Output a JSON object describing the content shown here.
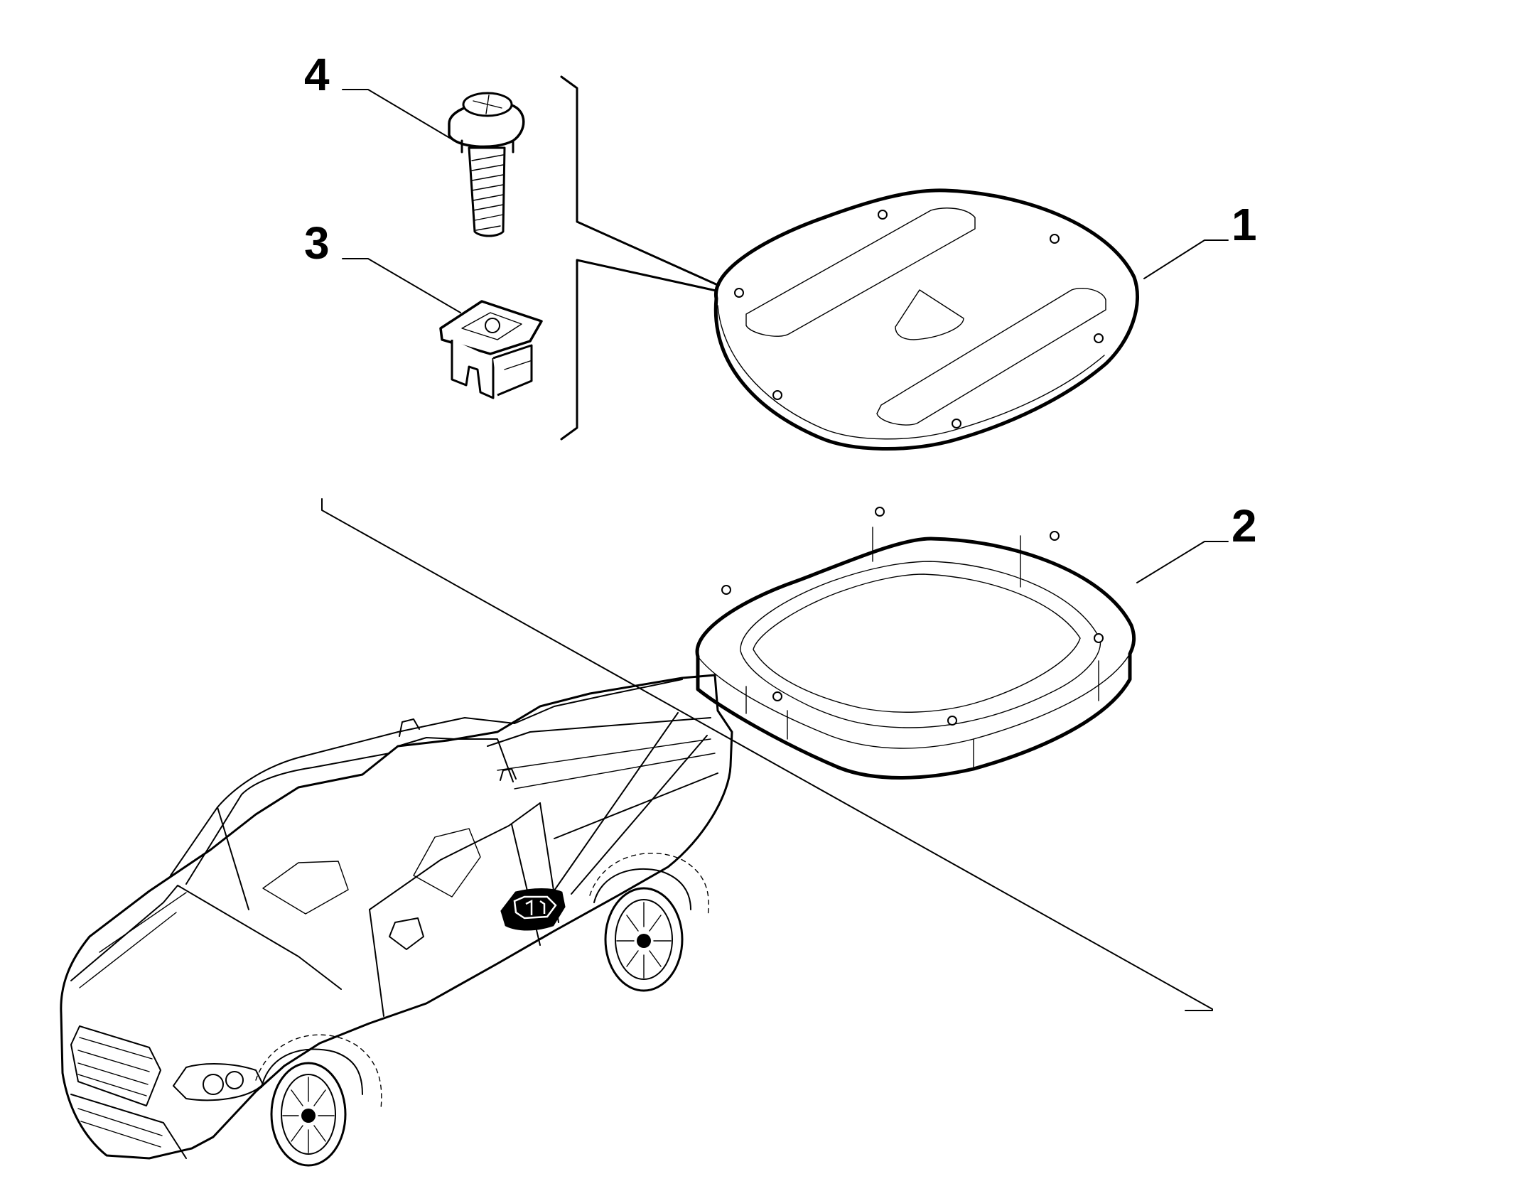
{
  "diagram": {
    "callouts": [
      {
        "id": "1",
        "label": "1",
        "part": "cover-plate"
      },
      {
        "id": "2",
        "label": "2",
        "part": "gasket-frame"
      },
      {
        "id": "3",
        "label": "3",
        "part": "clip-nut"
      },
      {
        "id": "4",
        "label": "4",
        "part": "screw"
      }
    ]
  },
  "colors": {
    "line": "#000000",
    "background": "#ffffff",
    "marker_fill": "#000000"
  }
}
